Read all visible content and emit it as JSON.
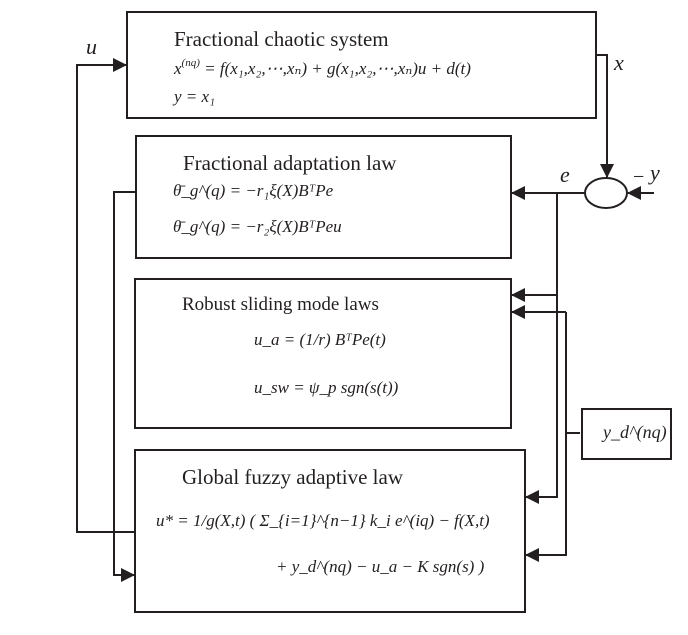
{
  "diagram": {
    "type": "block-diagram",
    "blocks": {
      "system": {
        "title": "Fractional chaotic system",
        "eq1_lhs": "x",
        "eq1_lhs_sup": "(nq)",
        "eq1_rhs": "= f(x₁,x₂,⋯,xₙ) + g(x₁,x₂,⋯,xₙ)u + d(t)",
        "eq2": "y = x₁"
      },
      "adaptation": {
        "title": "Fractional adaptation law",
        "eq1": "θ̄_g^(q) = −r₁ξ(X)BᵀPe",
        "eq2": "θ̄_g^(q) = −r₂ξ(X)BᵀPeu"
      },
      "sliding": {
        "title": "Robust sliding mode laws",
        "eq1": "u_a = (1/r) BᵀPe(t)",
        "eq2": "u_sw = ψ_p sgn(s(t))"
      },
      "fuzzy": {
        "title": "Global fuzzy adaptive law",
        "eq1": "u* = 1/g(X,t) ( Σ_{i=1}^{n−1} k_i e^(iq) − f(X,t)",
        "eq2": "+ y_d^(nq) − u_a − K sgn(s) )"
      },
      "reference": {
        "label": "y_d^(nq)"
      }
    },
    "signals": {
      "u": "u",
      "x": "x",
      "e": "e",
      "y": "y",
      "minus": "−"
    },
    "edges": [
      {
        "from": "fuzzy",
        "to": "system",
        "label": "u"
      },
      {
        "from": "system",
        "to": "summing-junction",
        "label": "x"
      },
      {
        "from": "y",
        "to": "summing-junction",
        "label": "−y"
      },
      {
        "from": "summing-junction",
        "to": "adaptation",
        "label": "e"
      },
      {
        "from": "summing-junction",
        "to": "sliding",
        "label": "e"
      },
      {
        "from": "summing-junction",
        "to": "fuzzy",
        "label": "e"
      },
      {
        "from": "reference",
        "to": "sliding",
        "label": "y_d^(nq)"
      },
      {
        "from": "reference",
        "to": "fuzzy",
        "label": "y_d^(nq)"
      },
      {
        "from": "adaptation",
        "to": "fuzzy",
        "label": ""
      }
    ]
  }
}
